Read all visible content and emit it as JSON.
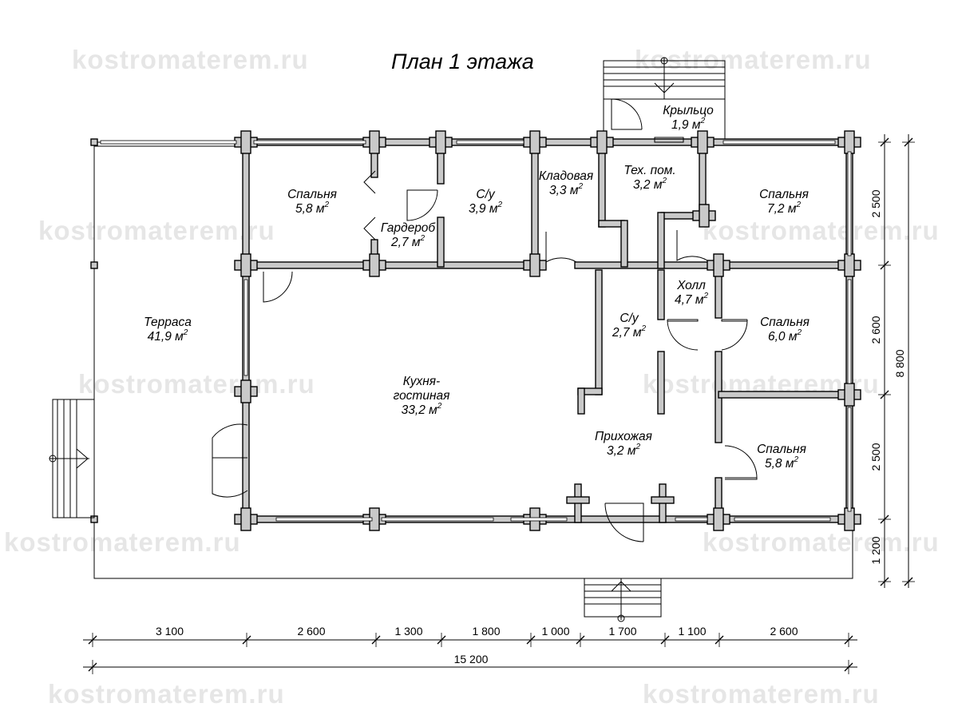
{
  "title": "План 1 этажа",
  "watermark": "kostromaterem.ru",
  "area_unit": "м",
  "area_exp": "2",
  "rooms": [
    {
      "name": "Крыльцо",
      "area": "1,9"
    },
    {
      "name": "Тех. пом.",
      "area": "3,2"
    },
    {
      "name": "Кладовая",
      "area": "3,3"
    },
    {
      "name": "Спальня",
      "area": "5,8"
    },
    {
      "name": "С/у",
      "area": "3,9"
    },
    {
      "name": "Гардероб",
      "area": "2,7"
    },
    {
      "name": "Спальня",
      "area": "7,2"
    },
    {
      "name": "Терраса",
      "area": "41,9"
    },
    {
      "name": "Холл",
      "area": "4,7"
    },
    {
      "name": "С/у",
      "area": "2,7"
    },
    {
      "name": "Спальня",
      "area": "6,0"
    },
    {
      "name": "Кухня-\nгостиная",
      "area": "33,2"
    },
    {
      "name": "Прихожая",
      "area": "3,2"
    },
    {
      "name": "Спальня",
      "area": "5,8"
    }
  ],
  "dimensions": {
    "horizontal": [
      "3 100",
      "2 600",
      "1 300",
      "1 800",
      "1 000",
      "1 700",
      "1 100",
      "2 600"
    ],
    "total_width": "15 200",
    "vertical": [
      "2 500",
      "2 600",
      "2 500",
      "1 200"
    ],
    "total_height": "8 800"
  }
}
